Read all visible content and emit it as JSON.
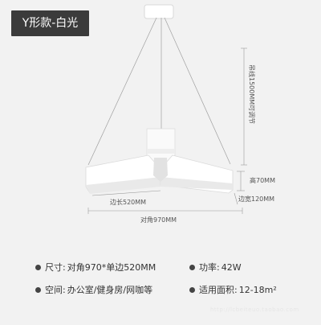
{
  "title": "Y形款-白光",
  "dimensions": {
    "cable": "吊线1500MM可调节",
    "height": "高70MM",
    "width": "边宽120MM",
    "side": "边长520MM",
    "diagonal": "对角970MM"
  },
  "specs": {
    "size_label": "尺寸:",
    "size_value": "对角970*单边520MM",
    "power_label": "功率:",
    "power_value": "42W",
    "space_label": "空间:",
    "space_value": "办公室/健身房/网咖等",
    "area_label": "适用面积:",
    "area_value": "12-18m²"
  },
  "watermark": "http://lcbeiteuo.taobao.com",
  "colors": {
    "badge_bg": "#3b3b3b",
    "background": "#f2f2f2",
    "lamp": "#ffffff",
    "cable": "#999999"
  }
}
